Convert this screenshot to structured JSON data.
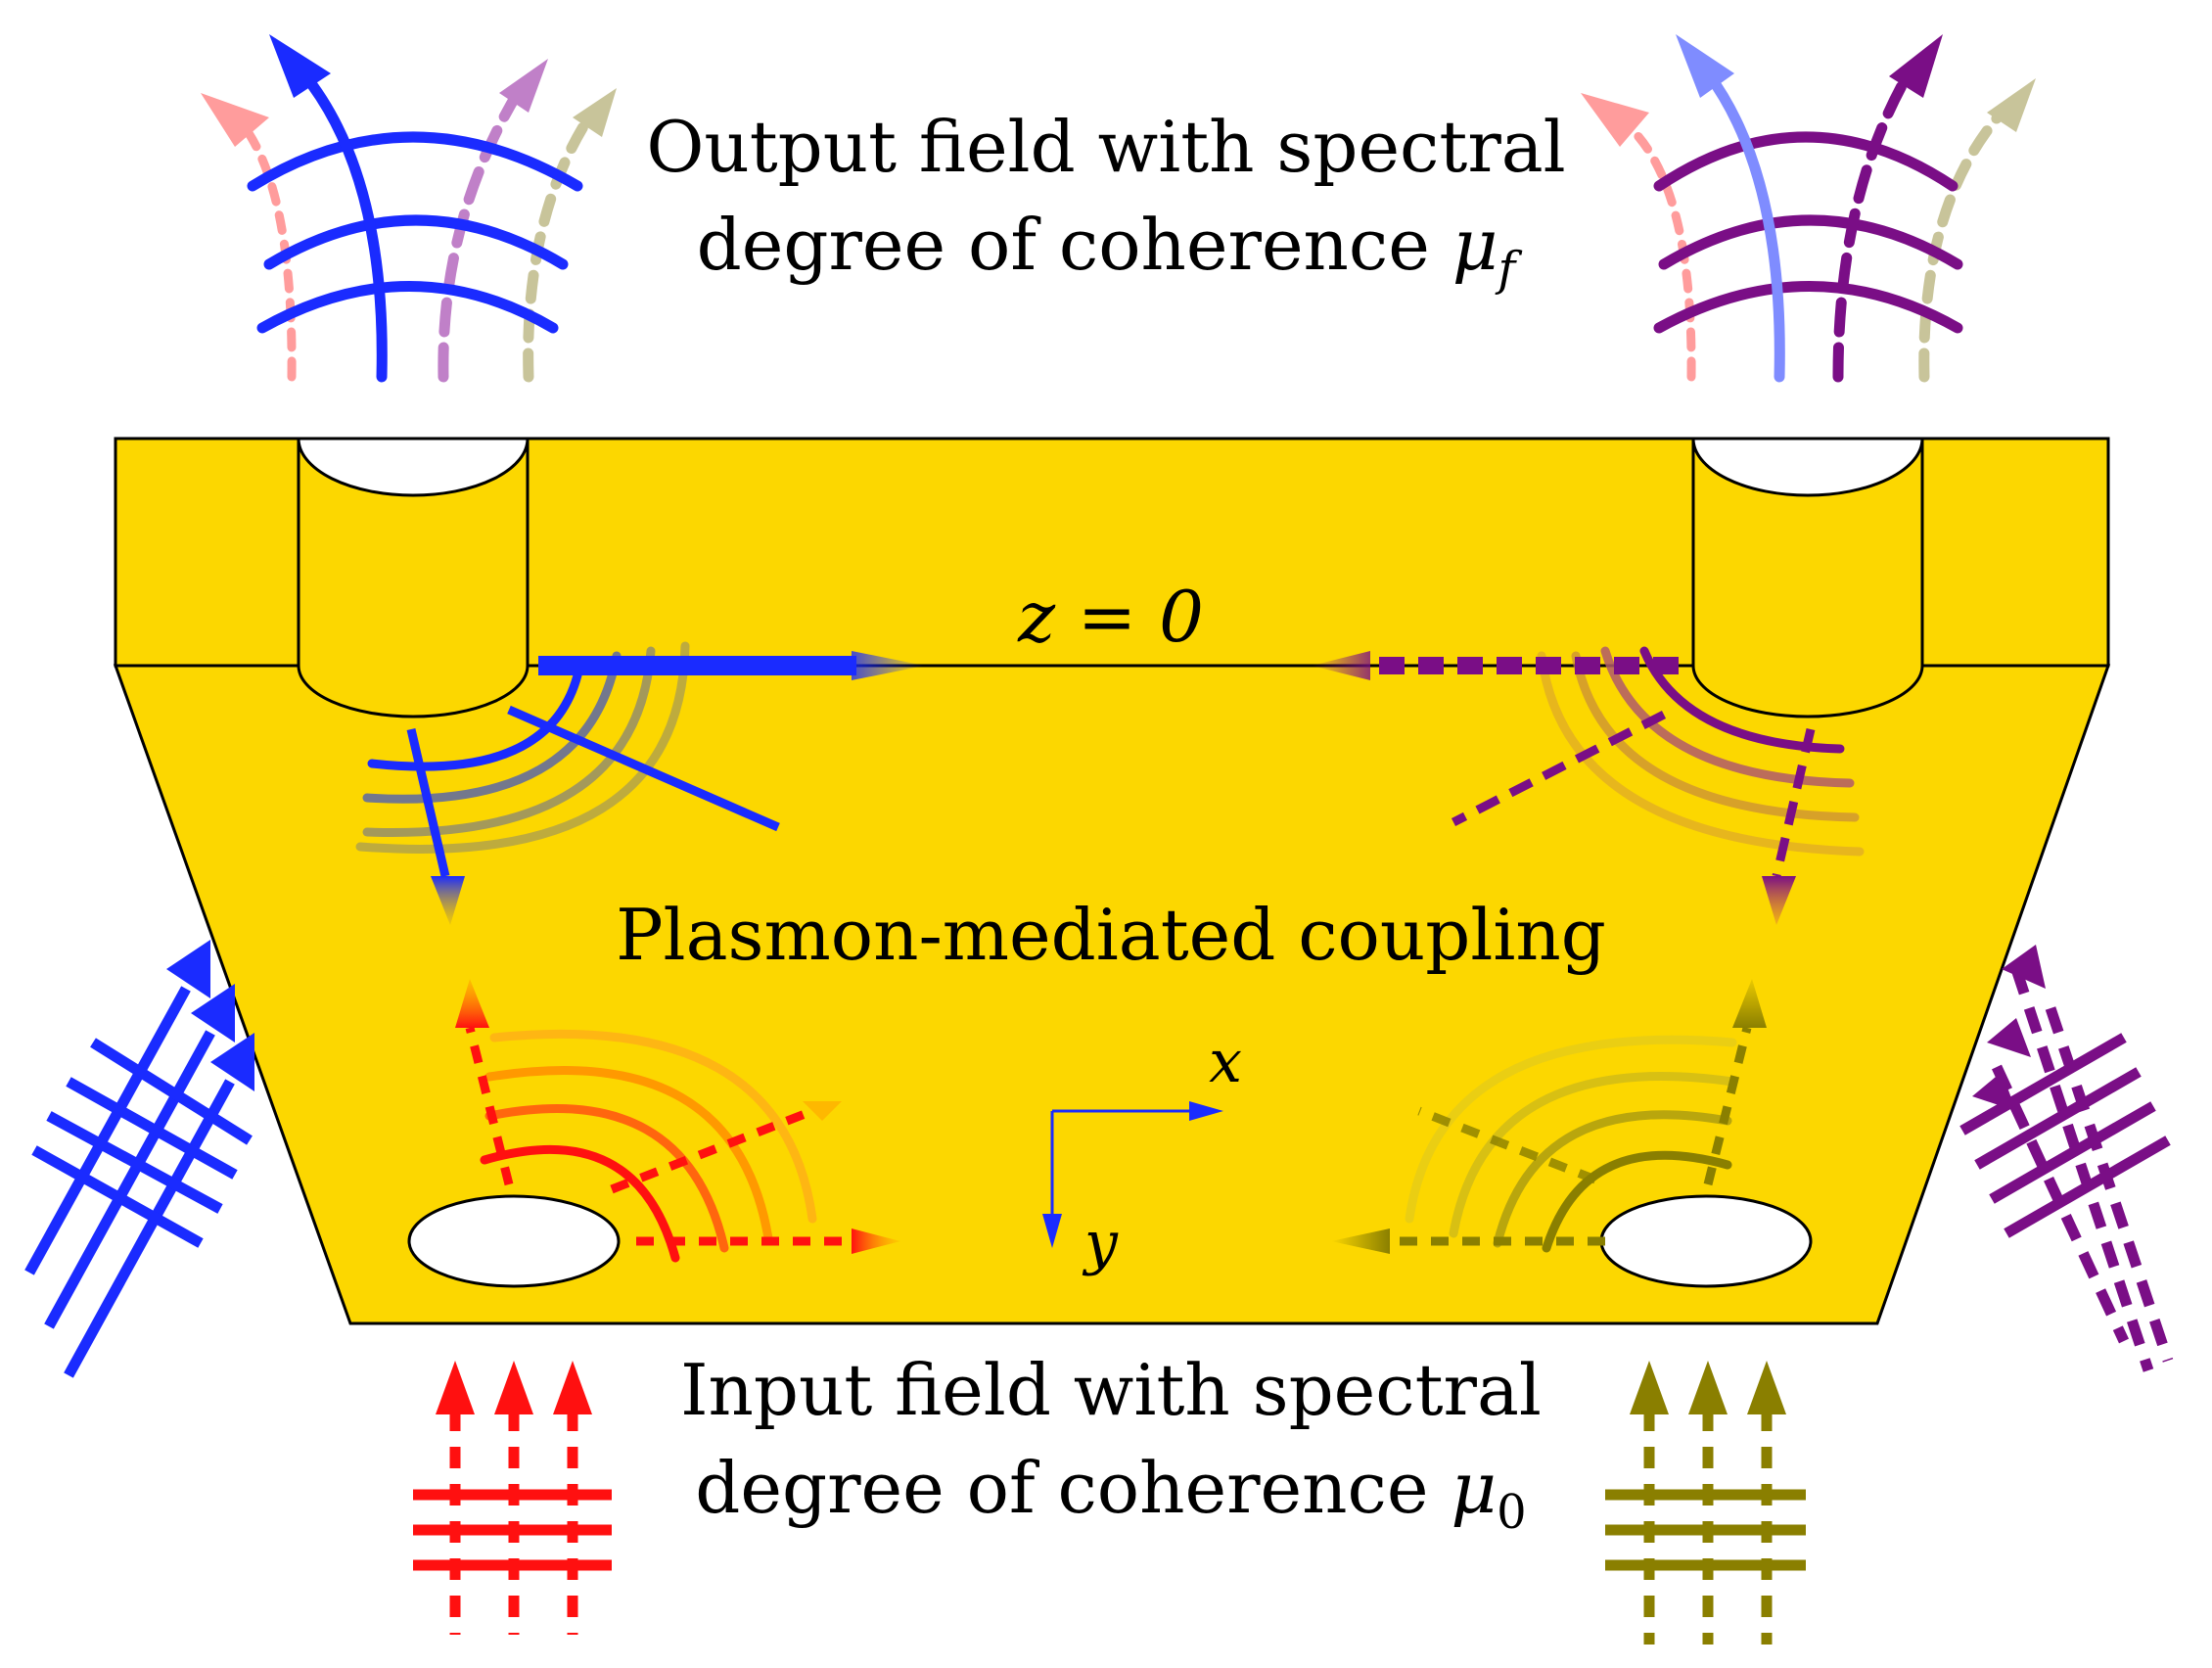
{
  "labels": {
    "output_line1": "Output field with spectral",
    "output_line2_prefix": "degree of coherence ",
    "output_symbol": "μ",
    "output_subscript": "f",
    "input_line1": "Input field with spectral",
    "input_line2_prefix": "degree of coherence ",
    "input_symbol": "μ",
    "input_subscript": "0",
    "interface": "z = 0",
    "coupling": "Plasmon-mediated coupling",
    "axis_x": "x",
    "axis_y": "y"
  },
  "colors": {
    "metal": "#FCD700",
    "outline": "#000000",
    "blue": "#1A2BFF",
    "red": "#FF1010",
    "olive": "#8A7F00",
    "purple": "#7A0E86",
    "orange": "#FF9A00",
    "salmon": "#FF9C9C",
    "light_purple": "#C080C8",
    "khaki": "#C8C49A",
    "light_blue": "#7F8CFF"
  }
}
